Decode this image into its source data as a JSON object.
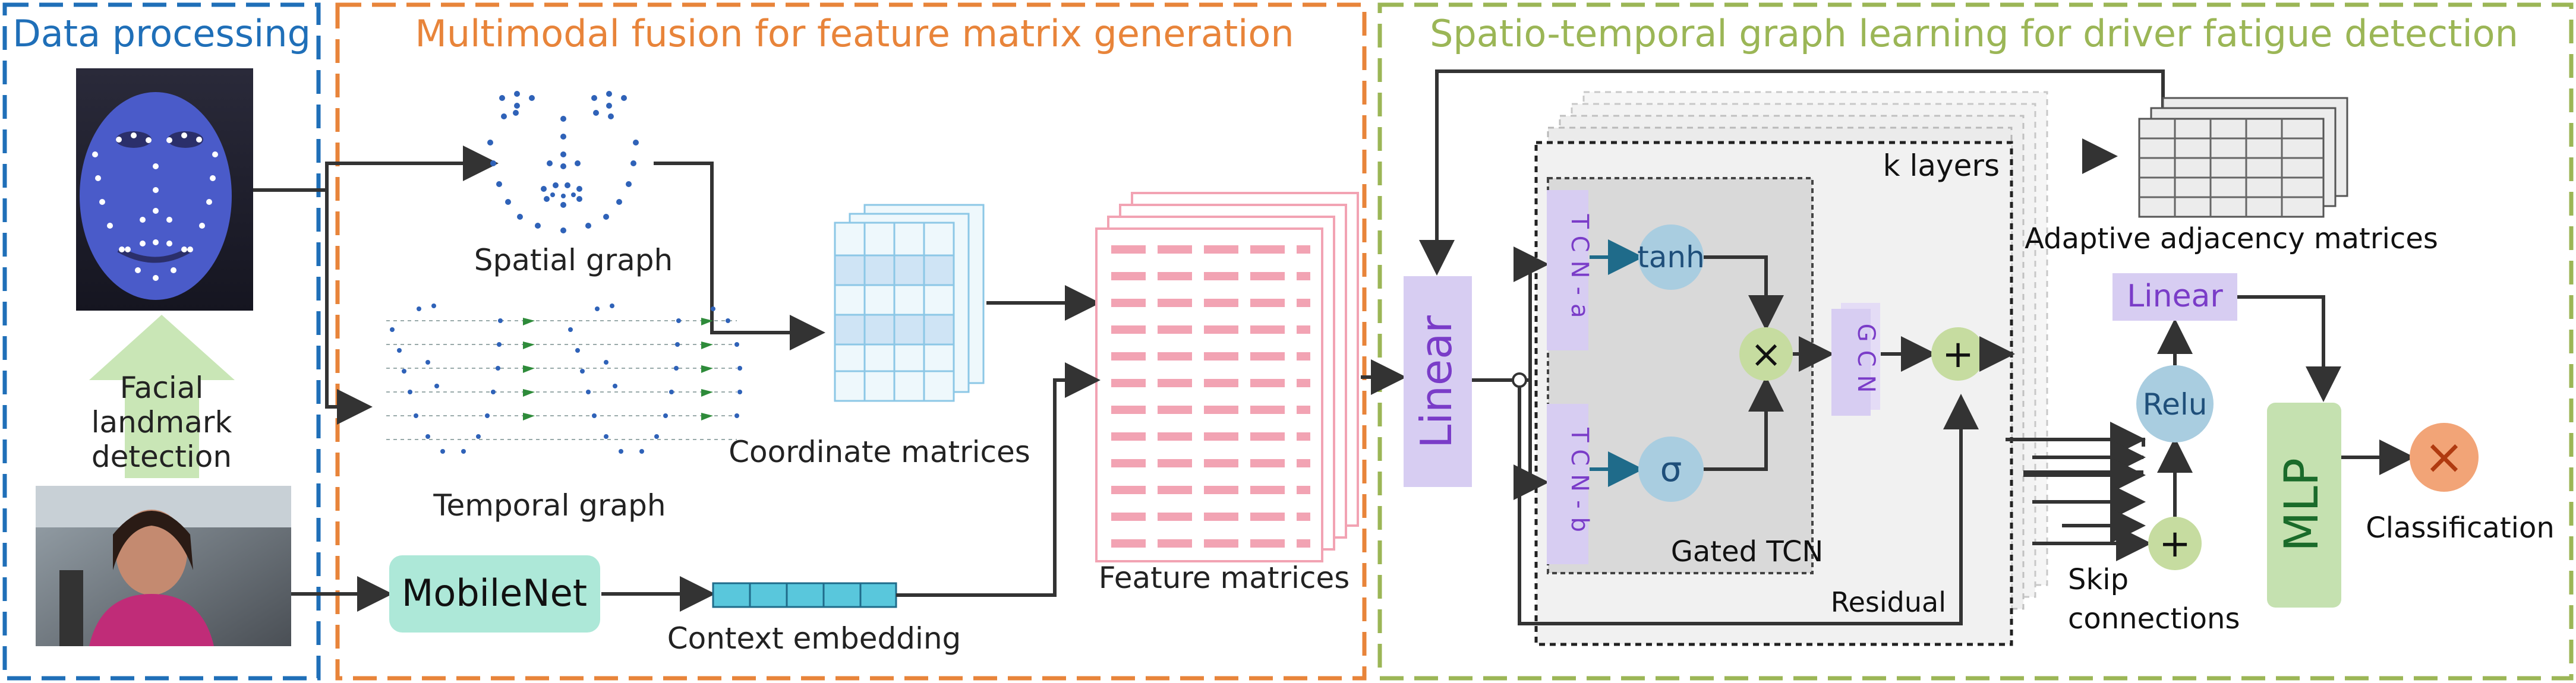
{
  "sections": {
    "data_processing": {
      "title": "Data processing",
      "color": "#1f6fb8"
    },
    "multimodal_fusion": {
      "title": "Multimodal fusion for feature matrix generation",
      "color": "#e8843a"
    },
    "graph_learning": {
      "title": "Spatio-temporal graph learning for driver fatigue detection",
      "color": "#9bb656"
    }
  },
  "data_processing": {
    "landmark_arrow_label": [
      "Facial",
      "landmark",
      "detection"
    ]
  },
  "fusion": {
    "spatial_graph_label": "Spatial graph",
    "temporal_graph_label": "Temporal graph",
    "coordinate_matrices_label": "Coordinate matrices",
    "feature_matrices_label": "Feature matrices",
    "mobilenet_label": "MobileNet",
    "context_embedding_label": "Context embedding"
  },
  "graph_learning": {
    "linear_input_label": "Linear",
    "k_layers_label": "k layers",
    "tcn_a_label": "TCN-a",
    "tcn_b_label": "TCN-b",
    "tanh_label": "tanh",
    "sigma_label": "σ",
    "multiply_symbol": "×",
    "gcn_label": "GCN",
    "plus_symbol": "+",
    "gated_tcn_label": "Gated TCN",
    "residual_label": "Residual",
    "skip_connections_label": [
      "Skip",
      "connections"
    ],
    "adaptive_adjacency_label": "Adaptive adjacency matrices",
    "linear_output_label": "Linear",
    "relu_label": "Relu",
    "mlp_label": "MLP",
    "classification_label": "Classification",
    "classification_symbol": "×"
  },
  "colors": {
    "circle_blue": "#a9cde0",
    "circle_green": "#c6dca0",
    "lavender": "#d7cdf2",
    "mint": "#ade8d8",
    "cyan": "#59c7dc",
    "light_green": "#c5e1b0",
    "orange": "#f2a477",
    "pink_line": "#f2a3b3"
  }
}
